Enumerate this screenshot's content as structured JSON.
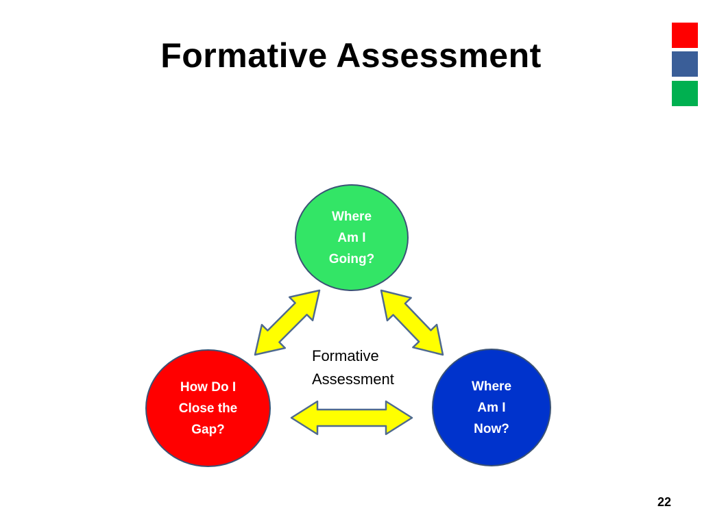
{
  "slide": {
    "title": "Formative Assessment",
    "page_number": "22",
    "corner_squares": [
      "#ff0000",
      "#3a5e98",
      "#00b050"
    ]
  },
  "diagram": {
    "nodes": [
      {
        "id": "top",
        "label": "Where\nAm I\nGoing?",
        "fill": "#33e566",
        "text_color": "#ffffff"
      },
      {
        "id": "left",
        "label": "How Do I\nClose the\nGap?",
        "fill": "#ff0000",
        "text_color": "#ffffff"
      },
      {
        "id": "right",
        "label": "Where\nAm I\nNow?",
        "fill": "#0033cc",
        "text_color": "#ffffff"
      }
    ],
    "center_label": "Formative\nAssessment",
    "arrow_fill": "#ffff00",
    "arrow_stroke": "#4f6a8f",
    "arrows": [
      {
        "from": "left",
        "to": "top"
      },
      {
        "from": "top",
        "to": "right"
      },
      {
        "from": "left",
        "to": "right"
      }
    ]
  }
}
